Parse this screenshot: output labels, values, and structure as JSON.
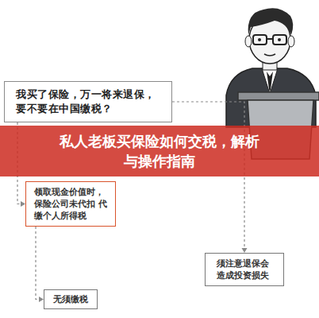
{
  "diagram": {
    "title": "私人老板买保险如何交税，解析 与操作指南",
    "nodes": [
      {
        "text": [
          "我买了保险，万一将来退保， 要不要在中国缴税？"
        ]
      },
      {
        "text": [
          "领取现金价值时， 保险公司未代扣 代缴个人所得税"
        ]
      },
      {
        "text": [
          "须注意退保会 造成投资损失"
        ]
      },
      {
        "text": [
          "无须缴税"
        ]
      }
    ],
    "edges": [
      {
        "from": 0,
        "to": 1,
        "arrow": "to"
      },
      {
        "from": 1,
        "to": 3,
        "arrow": "to"
      },
      {
        "from": 0,
        "to": 2,
        "arrow": "to"
      }
    ]
  }
}
